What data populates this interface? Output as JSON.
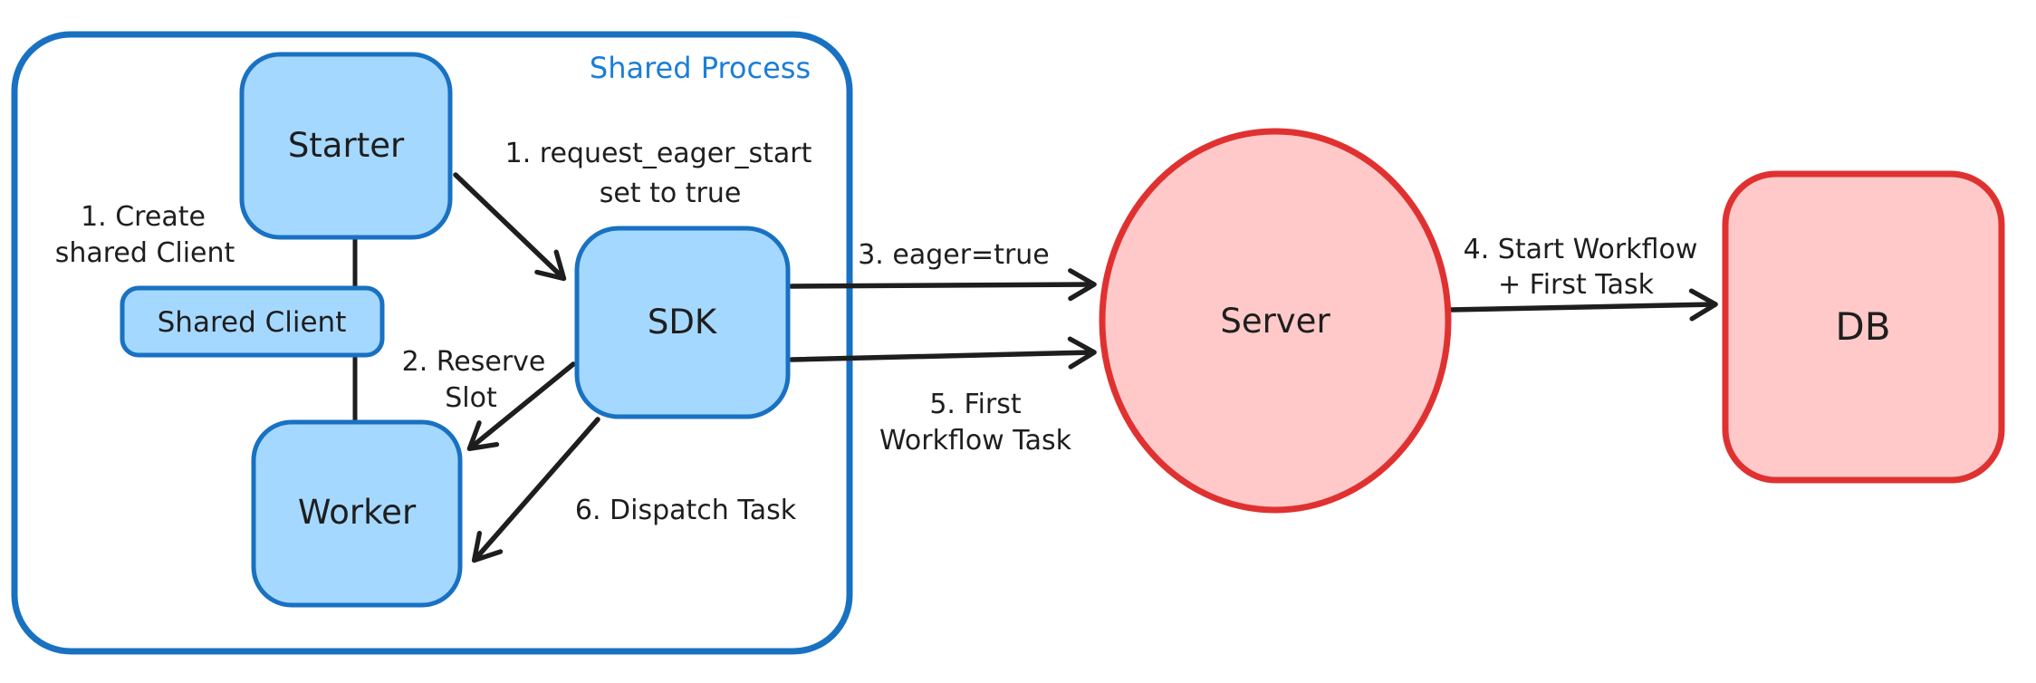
{
  "diagram": {
    "title": "Eager workflow start diagram",
    "colors": {
      "blue_stroke": "#1971c2",
      "blue_fill": "#a5d8ff",
      "blue_label": "#1c7ed6",
      "red_stroke": "#e03131",
      "red_fill": "#ffc9c9",
      "text_black": "#1e1e1e",
      "background": "#ffffff"
    },
    "container": {
      "label": "Shared Process"
    },
    "nodes": {
      "starter": {
        "label": "Starter"
      },
      "shared_client": {
        "label": "Shared Client"
      },
      "worker": {
        "label": "Worker"
      },
      "sdk": {
        "label": "SDK"
      },
      "server": {
        "label": "Server"
      },
      "db": {
        "label": "DB"
      }
    },
    "annotations": {
      "create_shared_client": {
        "line1": "1. Create",
        "line2": "shared Client"
      },
      "request_eager_start": {
        "line1": "1. request_eager_start",
        "line2": "set to true"
      },
      "reserve_slot": {
        "line1": "2. Reserve",
        "line2": "Slot"
      },
      "eager_true": {
        "text": "3. eager=true"
      },
      "start_workflow": {
        "line1": "4. Start Workflow",
        "line2": "+ First Task"
      },
      "first_workflow_task": {
        "line1": "5. First",
        "line2": "Workflow Task"
      },
      "dispatch_task": {
        "text": "6. Dispatch Task"
      }
    }
  }
}
